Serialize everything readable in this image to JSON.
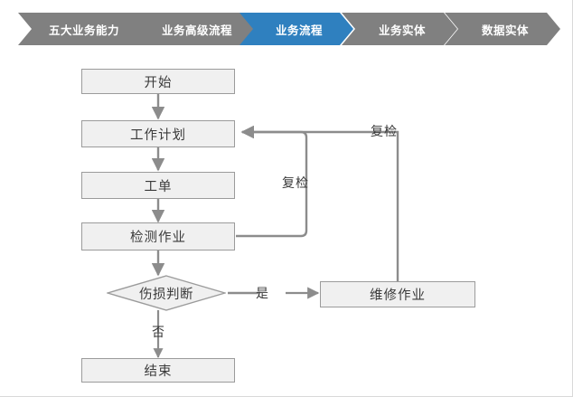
{
  "breadcrumb": {
    "active_color": "#2f80bf",
    "inactive_color": "#808080",
    "items": [
      {
        "label": "五大业务能力",
        "active": false
      },
      {
        "label": "业务高级流程",
        "active": false
      },
      {
        "label": "业务流程",
        "active": true
      },
      {
        "label": "业务实体",
        "active": false
      },
      {
        "label": "数据实体",
        "active": false
      }
    ]
  },
  "flowchart": {
    "node_fill": "#f0f0f0",
    "node_border": "#9b9b9b",
    "connector_color": "#8c8c8c",
    "nodes": [
      {
        "id": "start",
        "label": "开始",
        "shape": "rect"
      },
      {
        "id": "work-plan",
        "label": "工作计划",
        "shape": "rect"
      },
      {
        "id": "work-order",
        "label": "工单",
        "shape": "rect"
      },
      {
        "id": "inspection-task",
        "label": "检测作业",
        "shape": "rect"
      },
      {
        "id": "damage-decision",
        "label": "伤损判断",
        "shape": "diamond"
      },
      {
        "id": "repair-task",
        "label": "维修作业",
        "shape": "rect"
      },
      {
        "id": "end",
        "label": "结束",
        "shape": "rect"
      }
    ],
    "edge_labels": [
      {
        "id": "recheck-inner",
        "label": "复检"
      },
      {
        "id": "recheck-outer",
        "label": "复检"
      },
      {
        "id": "yes",
        "label": "是"
      },
      {
        "id": "no",
        "label": "否"
      }
    ]
  }
}
